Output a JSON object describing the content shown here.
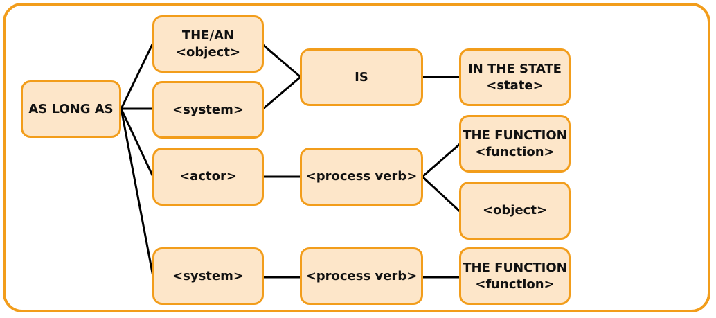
{
  "colors": {
    "frame_border": "#f29d1b",
    "node_fill": "#fde6c9",
    "node_border": "#f29d1b",
    "connector": "#000000"
  },
  "nodes": {
    "as_long_as": {
      "line1": "AS LONG AS"
    },
    "the_an_object": {
      "line1": "THE/AN",
      "line2": "<object>"
    },
    "system_1": {
      "line1": "<system>"
    },
    "actor": {
      "line1": "<actor>"
    },
    "system_2": {
      "line1": "<system>"
    },
    "is": {
      "line1": "IS"
    },
    "process_verb_1": {
      "line1": "<process verb>"
    },
    "process_verb_2": {
      "line1": "<process verb>"
    },
    "in_the_state": {
      "line1": "IN THE STATE",
      "line2": "<state>"
    },
    "the_function_1": {
      "line1": "THE FUNCTION",
      "line2": "<function>"
    },
    "object": {
      "line1": "<object>"
    },
    "the_function_2": {
      "line1": "THE FUNCTION",
      "line2": "<function>"
    }
  }
}
